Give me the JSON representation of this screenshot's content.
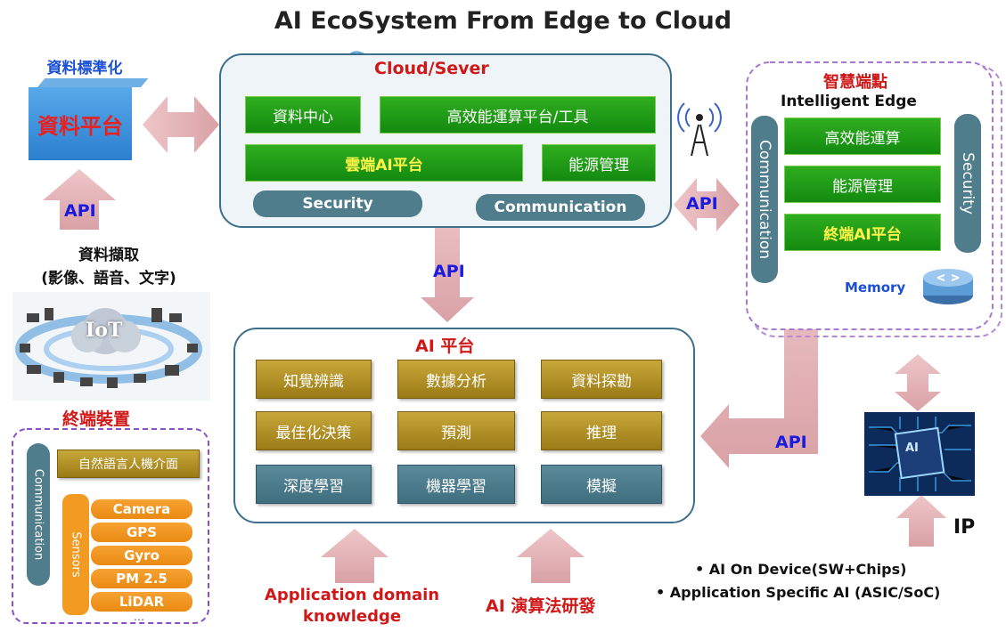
{
  "title": "AI EcoSystem From Edge to Cloud",
  "data_platform": {
    "heading": "資料標準化",
    "label": "資料平台"
  },
  "api": {
    "label": "API"
  },
  "ingest": {
    "line1": "資料擷取",
    "line2": "(影像、語音、文字)"
  },
  "iot": {
    "label": "IoT"
  },
  "terminal": {
    "heading": "終端裝置",
    "communication": "Communication",
    "nlp": "自然語言人機介面",
    "sensors_label": "Sensors",
    "sensors": [
      "Camera",
      "GPS",
      "Gyro",
      "PM 2.5",
      "LiDAR"
    ],
    "more": "…"
  },
  "cloud": {
    "title": "Cloud/Sever",
    "data_center": "資料中心",
    "hpc_tools": "高效能運算平台/工具",
    "cloud_ai": "雲端AI平台",
    "energy": "能源管理",
    "security": "Security",
    "communication": "Communication"
  },
  "edge": {
    "title_zh": "智慧端點",
    "title_en": "Intelligent Edge",
    "communication": "Communication",
    "security": "Security",
    "hpc": "高效能運算",
    "energy": "能源管理",
    "edge_ai": "終端AI平台",
    "memory": "Memory"
  },
  "ai_platform": {
    "title": "AI 平台",
    "row1": [
      "知覺辨識",
      "數據分析",
      "資料探勘"
    ],
    "row2": [
      "最佳化決策",
      "預測",
      "推理"
    ],
    "row3": [
      "深度學習",
      "機器學習",
      "模擬"
    ]
  },
  "bottom": {
    "domain_line1": "Application domain",
    "domain_line2": "knowledge",
    "algo": "AI 演算法研發"
  },
  "ip": {
    "label": "IP",
    "chip": "AI"
  },
  "bullets": [
    "AI On Device(SW+Chips)",
    "Application Specific AI (ASIC/SoC)"
  ],
  "colors": {
    "pink_arrow": "#e8b4b8",
    "panel_border": "#3d6f8c",
    "green": "#1e9a17",
    "gold": "#b08f25",
    "teal": "#4f7d8c",
    "orange": "#f39a22",
    "purple_dash": "#8a4fc2",
    "api_blue": "#1a1ae0",
    "red": "#d01818"
  }
}
